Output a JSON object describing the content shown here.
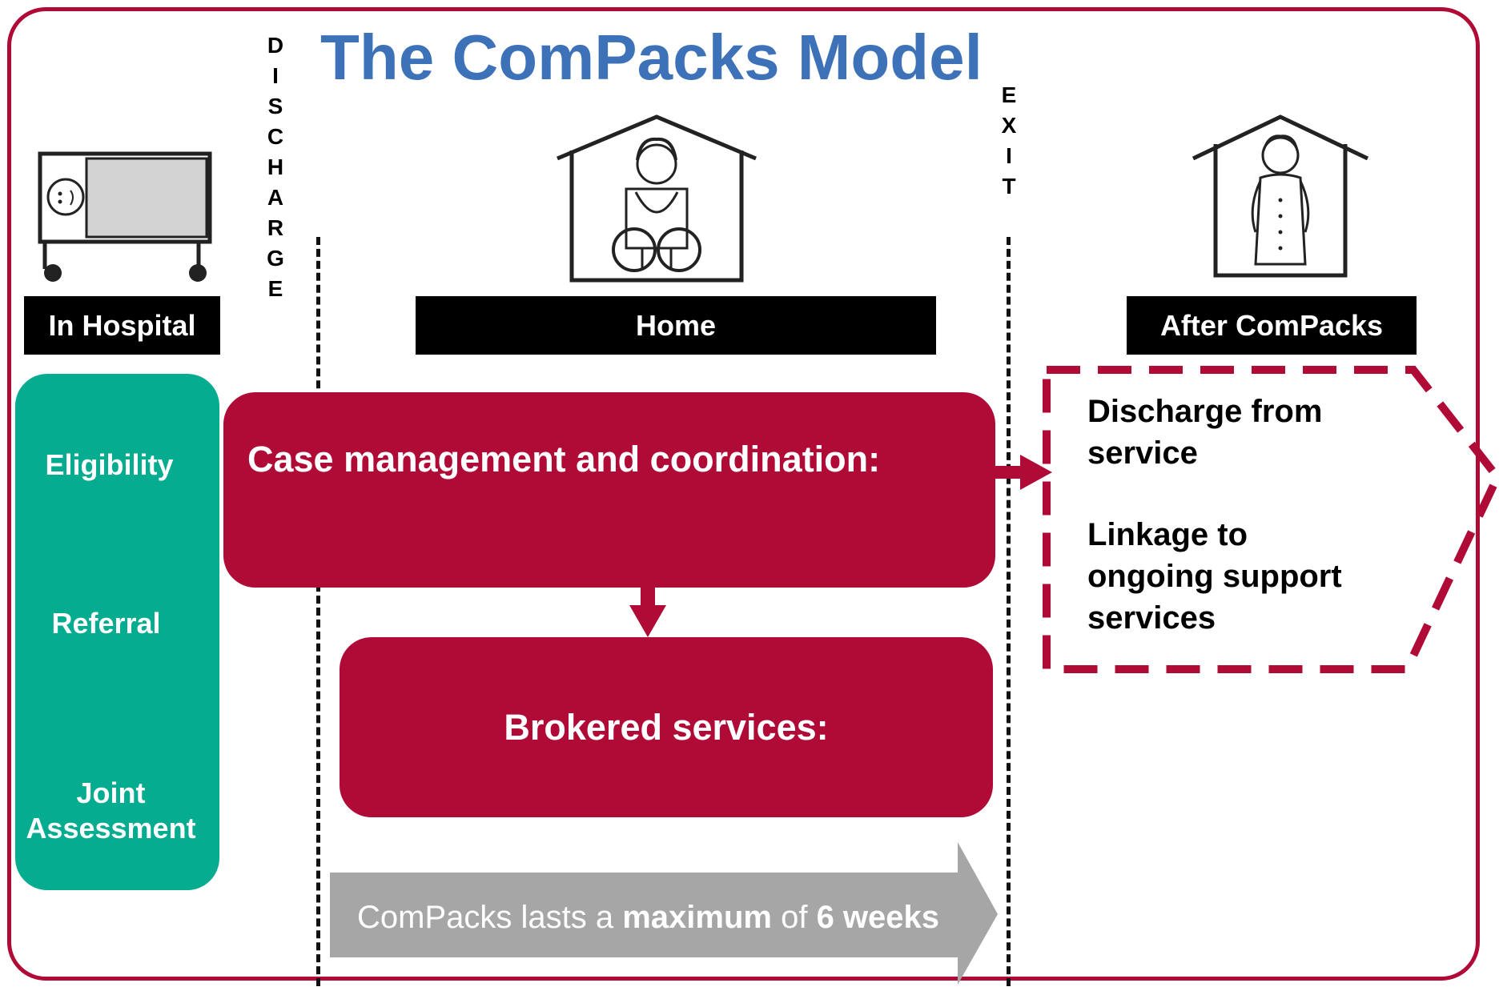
{
  "title": "The ComPacks Model",
  "discharge_letters": [
    "D",
    "I",
    "S",
    "C",
    "H",
    "A",
    "R",
    "G",
    "E"
  ],
  "exit_letters": [
    "E",
    "X",
    "I",
    "T"
  ],
  "stages": {
    "hospital": "In Hospital",
    "home": "Home",
    "after": "After ComPacks"
  },
  "hospital_steps": [
    "Eligibility",
    "Referral",
    "Joint",
    "Assessment"
  ],
  "case_management": "Case management and coordination:",
  "brokered_services": "Brokered services:",
  "duration": {
    "prefix": "ComPacks lasts a ",
    "bold1": "maximum",
    "middle": " of ",
    "bold2": "6 weeks"
  },
  "after_items": {
    "discharge_line1": "Discharge from",
    "discharge_line2": "service",
    "linkage_line1": "Linkage to",
    "linkage_line2": "ongoing support",
    "linkage_line3": "services"
  },
  "colors": {
    "title": "#3d72b8",
    "crimson": "#b00a36",
    "green": "#05ac8f",
    "grey": "#a6a6a6"
  }
}
